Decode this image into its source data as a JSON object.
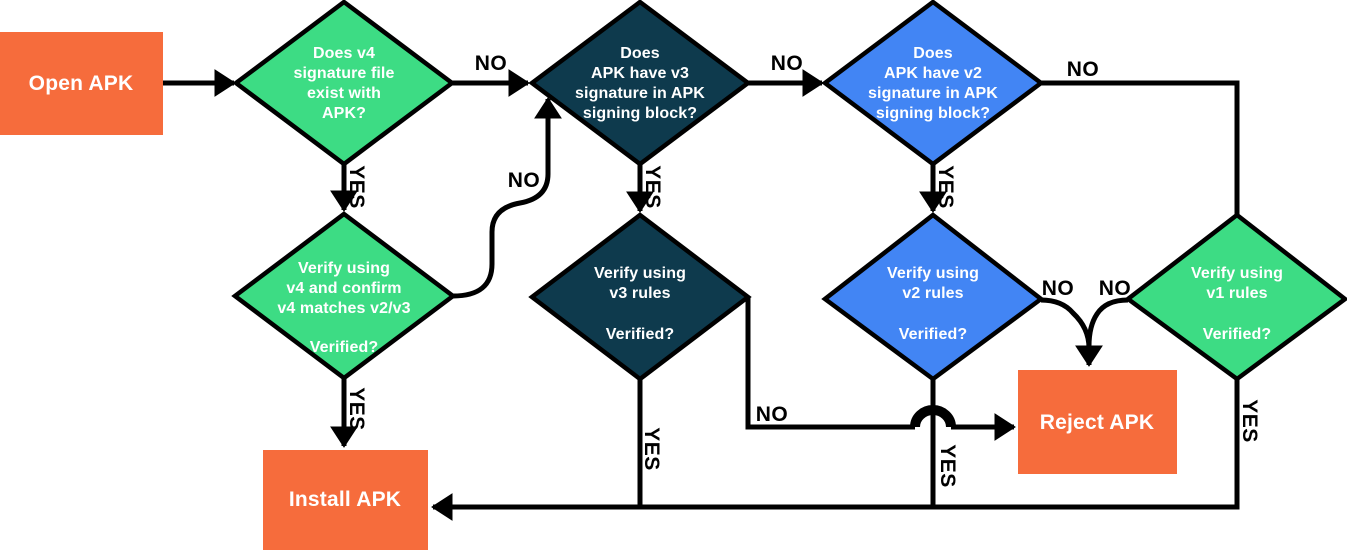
{
  "palette": {
    "green": "#3ddc84",
    "navy": "#0e3a4d",
    "blue": "#4285f4",
    "orange": "#f66c3c",
    "line": "#000000",
    "text_on_shape": "#ffffff"
  },
  "labels": {
    "yes": "YES",
    "no": "NO"
  },
  "nodes": {
    "open": {
      "label": "Open APK"
    },
    "v4_exists": {
      "question": "Does v4\nsignature file\nexist with\nAPK?"
    },
    "v3_exists": {
      "question": "Does\nAPK have v3\nsignature in APK\nsigning block?"
    },
    "v2_exists": {
      "question": "Does\nAPK have v2\nsignature in APK\nsigning block?"
    },
    "v4_verify": {
      "question": "Verify using\nv4 and confirm\nv4 matches v2/v3",
      "verified": "Verified?"
    },
    "v3_verify": {
      "question": "Verify using\nv3 rules",
      "verified": "Verified?"
    },
    "v2_verify": {
      "question": "Verify using\nv2 rules",
      "verified": "Verified?"
    },
    "v1_verify": {
      "question": "Verify using\nv1 rules",
      "verified": "Verified?"
    },
    "install": {
      "label": "Install APK"
    },
    "reject": {
      "label": "Reject APK"
    }
  }
}
